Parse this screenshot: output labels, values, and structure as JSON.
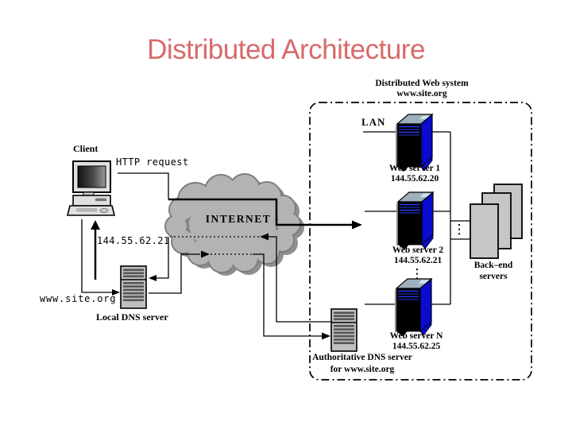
{
  "slide": {
    "title": "Distributed Architecture"
  },
  "client_side": {
    "client_label": "Client",
    "http_request_label": "HTTP request",
    "dns_response_ip": "144.55.62.21",
    "dns_query_host": "www.site.org",
    "local_dns_label": "Local DNS server"
  },
  "internet": {
    "label": "INTERNET"
  },
  "web_system": {
    "heading_line1": "Distributed Web system",
    "heading_line2": "www.site.org",
    "lan_label": "LAN",
    "web_servers": [
      {
        "name": "Web server 1",
        "ip": "144.55.62.20"
      },
      {
        "name": "Web server 2",
        "ip": "144.55.62.21"
      },
      {
        "name": "Web server N",
        "ip": "144.55.62.25"
      }
    ],
    "backend_label_line1": "Back–end",
    "backend_label_line2": "servers",
    "auth_dns_label_line1": "Authoritative DNS server",
    "auth_dns_label_line2": "for www.site.org"
  },
  "colors": {
    "title_text": "#d96a6a",
    "web_server_side_panel": "#0a0ad0",
    "internet_cloud": "#b3b3b3",
    "hardware_gray": "#c6c6c6",
    "line_and_text": "#000000",
    "background": "#ffffff"
  },
  "icons": {
    "client-computer-icon": "desktop-computer",
    "local-dns-server-icon": "striped-server-tower",
    "authoritative-dns-server-icon": "striped-server-tower",
    "web-server-icon": "3d-tower-black-blue",
    "backend-servers-icon": "stacked-rectangles",
    "internet-cloud-icon": "cloud"
  }
}
